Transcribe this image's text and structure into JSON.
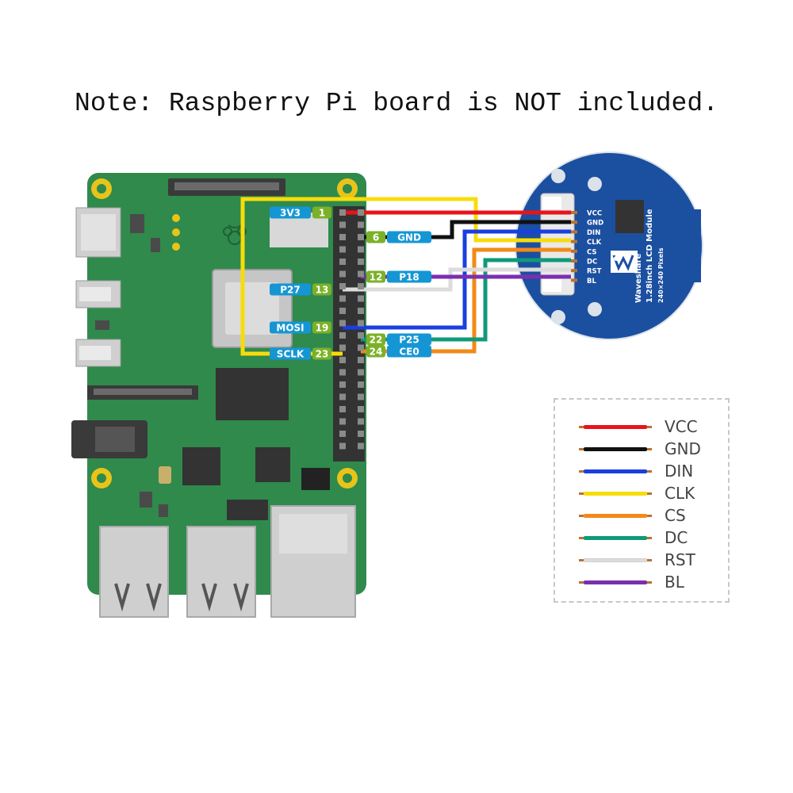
{
  "note": "Note: Raspberry Pi board is NOT included.",
  "lcd": {
    "brand": "Waveshare",
    "module": "1.28inch LCD Module",
    "pixels": "240×240 Pixels",
    "pins": [
      "VCC",
      "GND",
      "DIN",
      "CLK",
      "CS",
      "DC",
      "RST",
      "BL"
    ]
  },
  "pi_pins": [
    {
      "label": "3V3",
      "num": "1"
    },
    {
      "label": "GND",
      "num": "6"
    },
    {
      "label": "P18",
      "num": "12"
    },
    {
      "label": "P27",
      "num": "13"
    },
    {
      "label": "MOSI",
      "num": "19"
    },
    {
      "label": "P25",
      "num": "22"
    },
    {
      "label": "SCLK",
      "num": "23"
    },
    {
      "label": "CE0",
      "num": "24"
    }
  ],
  "legend": [
    {
      "label": "VCC",
      "color": "#e8141b"
    },
    {
      "label": "GND",
      "color": "#111111"
    },
    {
      "label": "DIN",
      "color": "#1a3fe0"
    },
    {
      "label": "CLK",
      "color": "#f7dc0b"
    },
    {
      "label": "CS",
      "color": "#f28a18"
    },
    {
      "label": "DC",
      "color": "#0f9a78"
    },
    {
      "label": "RST",
      "color": "#dcdcdc"
    },
    {
      "label": "BL",
      "color": "#7a2fb0"
    }
  ]
}
